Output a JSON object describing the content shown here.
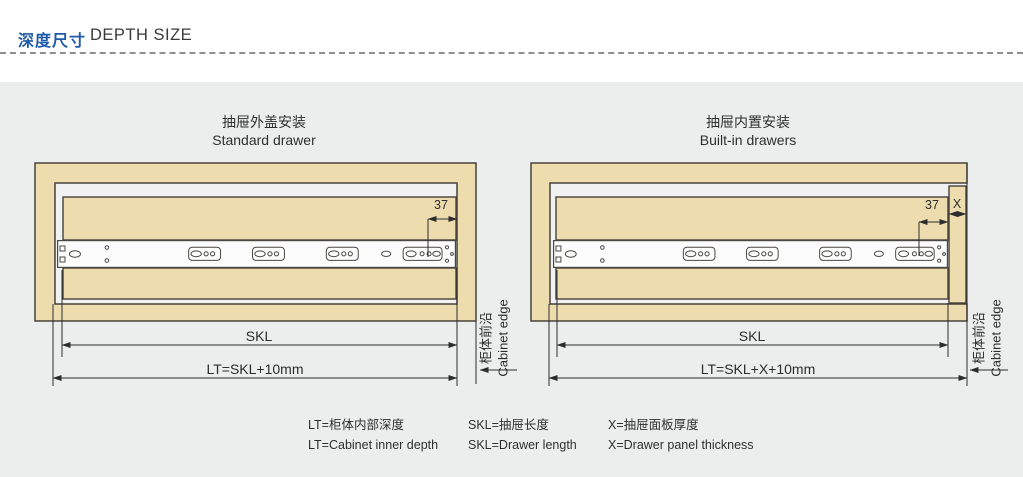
{
  "header": {
    "title_zh": "深度尺寸",
    "title_en": "DEPTH SIZE"
  },
  "diagrams": [
    {
      "title_zh": "抽屉外盖安装",
      "title_en": "Standard drawer",
      "dim_front": "37",
      "skl": "SKL",
      "lt": "LT=SKL+10mm",
      "edge_zh": "柜体前沿",
      "edge_en": "Cabinet edge"
    },
    {
      "title_zh": "抽屉内置安装",
      "title_en": "Built-in drawers",
      "dim_front": "37",
      "dim_panel": "X",
      "skl": "SKL",
      "lt": "LT=SKL+X+10mm",
      "edge_zh": "柜体前沿",
      "edge_en": "Cabinet edge"
    }
  ],
  "legend": [
    {
      "zh": "LT=柜体内部深度",
      "en": "LT=Cabinet inner depth"
    },
    {
      "zh": "SKL=抽屉长度",
      "en": "SKL=Drawer length"
    },
    {
      "zh": "X=抽屉面板厚度",
      "en": "X=Drawer panel thickness"
    }
  ],
  "colors": {
    "accent_blue": "#1e5ba8",
    "wood": "#edddae",
    "outline": "#46433b",
    "dim_line": "#2d2d2d",
    "panel_bg": "#eceded"
  }
}
